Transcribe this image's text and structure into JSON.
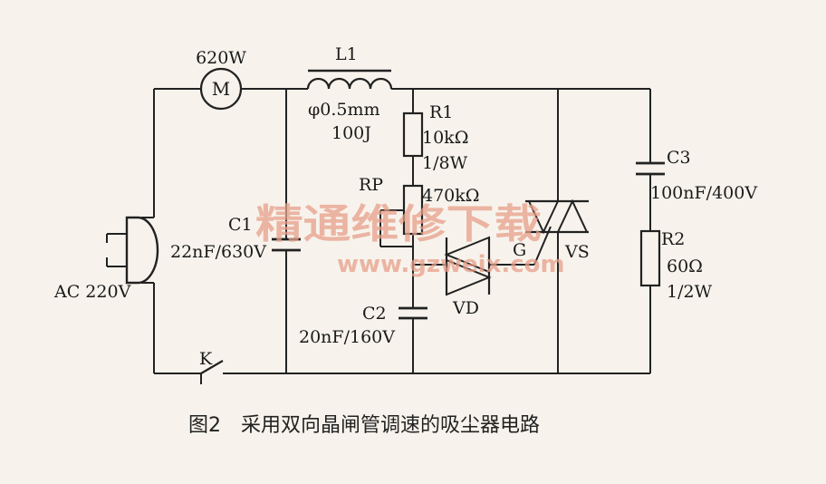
{
  "components": {
    "motor": {
      "rating": "620W",
      "symbol": "M"
    },
    "inductor": {
      "name": "L1",
      "wire": "φ0.5mm",
      "turns": "100J"
    },
    "r1": {
      "name": "R1",
      "value": "10kΩ",
      "power": "1/8W"
    },
    "rp": {
      "name": "RP",
      "value": "470kΩ"
    },
    "c1": {
      "name": "C1",
      "value": "22nF/630V"
    },
    "c2": {
      "name": "C2",
      "value": "20nF/160V"
    },
    "c3": {
      "name": "C3",
      "value": "100nF/400V"
    },
    "r2": {
      "name": "R2",
      "value": "60Ω",
      "power": "1/2W"
    },
    "diac": {
      "name": "VD"
    },
    "triac": {
      "name": "VS",
      "gate": "G"
    },
    "plug": {
      "name": "AC 220V"
    },
    "switch": {
      "name": "K"
    }
  },
  "caption": "图2　采用双向晶闸管调速的吸尘器电路",
  "watermark": {
    "text_cn": "精通维修下载",
    "text_url": "www.gzweix.com"
  }
}
